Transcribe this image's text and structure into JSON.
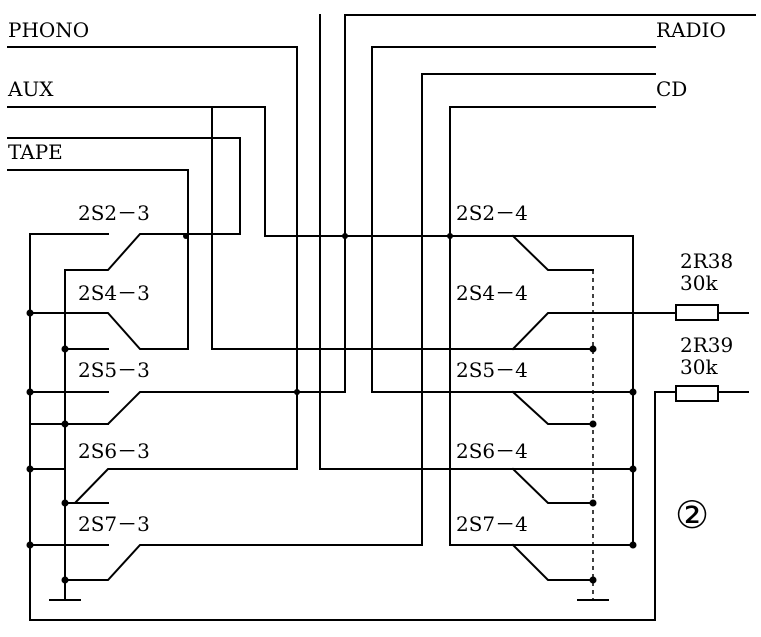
{
  "inputs": {
    "phono": "PHONO",
    "aux": "AUX",
    "tape": "TAPE",
    "radio": "RADIO",
    "cd": "CD"
  },
  "switches": {
    "s2_3": "2S2－3",
    "s4_3": "2S4－3",
    "s5_3": "2S5－3",
    "s6_3": "2S6－3",
    "s7_3": "2S7－3",
    "s2_4": "2S2－4",
    "s4_4": "2S4－4",
    "s5_4": "2S5－4",
    "s6_4": "2S6－4",
    "s7_4": "2S7－4"
  },
  "resistors": {
    "r38_name": "2R38",
    "r38_value": "30k",
    "r39_name": "2R39",
    "r39_value": "30k"
  },
  "marker": "②"
}
